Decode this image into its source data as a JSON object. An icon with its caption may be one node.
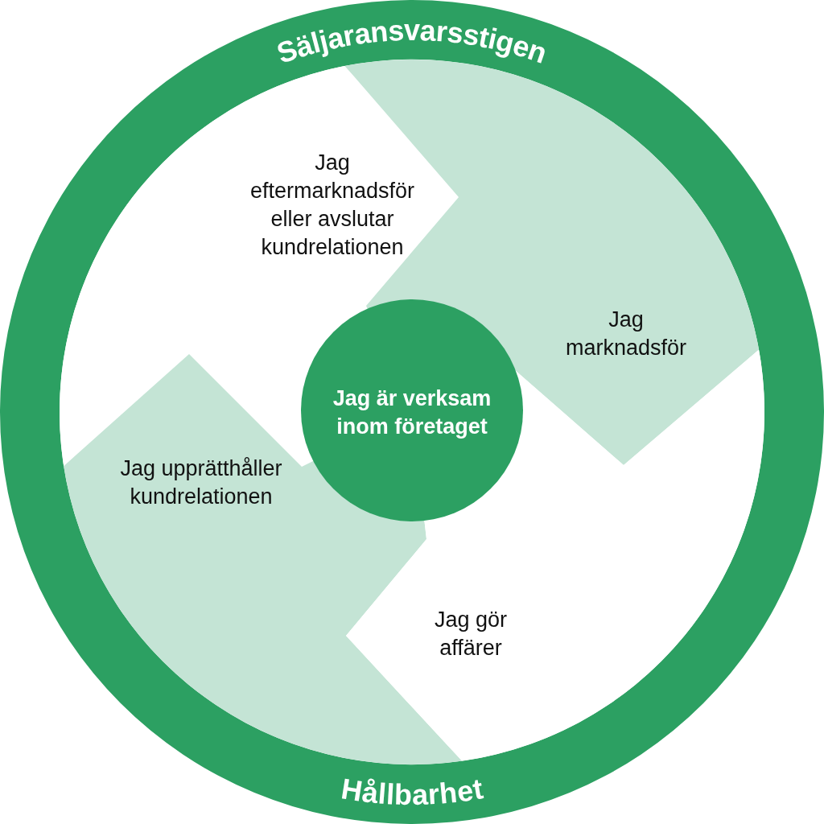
{
  "diagram": {
    "nodes": [
      {
        "text": [
          "Säljaransvarsstigen",
          "Hållbarhet"
        ]
      },
      {
        "text": [
          "Jag eftermarknadsför eller avslutar kundrelationen"
        ],
        "in": 0
      },
      {
        "text": [
          "Jag marknadsför"
        ],
        "in": 0
      },
      {
        "text": [
          "Jag är verksam inom företaget"
        ],
        "in": 0
      },
      {
        "text": [
          "Jag upprätthåller kundrelationen"
        ],
        "in": 0
      },
      {
        "text": [
          "Jag gör affärer"
        ],
        "in": 0
      }
    ]
  }
}
